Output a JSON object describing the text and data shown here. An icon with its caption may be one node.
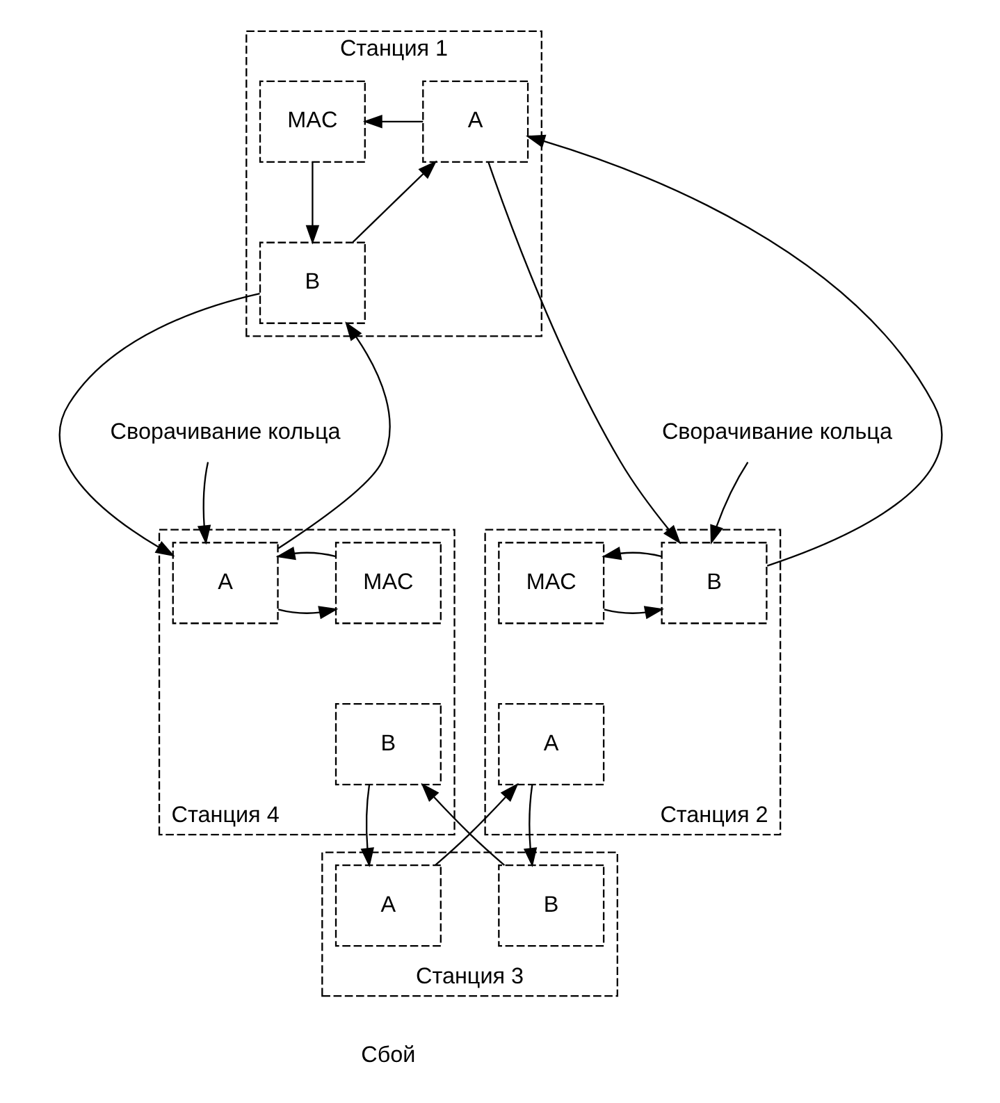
{
  "diagram": {
    "nodes": [
      {
        "text": [
          "Станция 1"
        ]
      },
      {
        "text": [
          "MAC"
        ],
        "in": 0
      },
      {
        "text": [
          "B"
        ],
        "in": 0
      },
      {
        "text": [
          "A"
        ],
        "in": 0
      },
      {
        "text": [
          "Станция 4"
        ]
      },
      {
        "text": [
          "MAC"
        ],
        "in": 4
      },
      {
        "text": [
          "A"
        ],
        "in": 4
      },
      {
        "text": [
          "B"
        ],
        "in": 4
      },
      {
        "text": [
          "Станция 2"
        ]
      },
      {
        "text": [
          "B"
        ],
        "in": 8
      },
      {
        "text": [
          "MAC"
        ],
        "in": 8
      },
      {
        "text": [
          "A"
        ],
        "in": 8
      },
      {
        "text": [
          "Станция 3"
        ]
      },
      {
        "text": [
          "A"
        ],
        "in": 12
      },
      {
        "text": [
          "B"
        ],
        "in": 12
      },
      {
        "text": [
          "Сворачивание кольца"
        ]
      },
      {
        "text": [
          "Сворачивание кольца"
        ]
      }
    ],
    "edges": [
      {
        "from": 1,
        "to": 2,
        "arrow": "to"
      },
      {
        "from": 2,
        "to": 3,
        "arrow": "to"
      },
      {
        "from": 3,
        "to": 1,
        "arrow": "to"
      },
      {
        "from": 2,
        "to": 6,
        "arrow": "to"
      },
      {
        "from": 6,
        "to": 2,
        "arrow": "to"
      },
      {
        "from": 3,
        "to": 9,
        "arrow": "to"
      },
      {
        "from": 9,
        "to": 3,
        "arrow": "to"
      },
      {
        "from": 6,
        "to": 5,
        "arrow": "to"
      },
      {
        "from": 5,
        "to": 6,
        "arrow": "to"
      },
      {
        "from": 10,
        "to": 9,
        "arrow": "to"
      },
      {
        "from": 9,
        "to": 10,
        "arrow": "to"
      },
      {
        "from": 7,
        "to": 13,
        "arrow": "to"
      },
      {
        "from": 13,
        "to": 11,
        "arrow": "to"
      },
      {
        "from": 11,
        "to": 14,
        "arrow": "to"
      },
      {
        "from": 14,
        "to": 7,
        "arrow": "to"
      },
      {
        "from": 15,
        "to": 6,
        "arrow": "to"
      },
      {
        "from": 16,
        "to": 9,
        "arrow": "to"
      }
    ],
    "labels": [
      "Сбой"
    ]
  }
}
